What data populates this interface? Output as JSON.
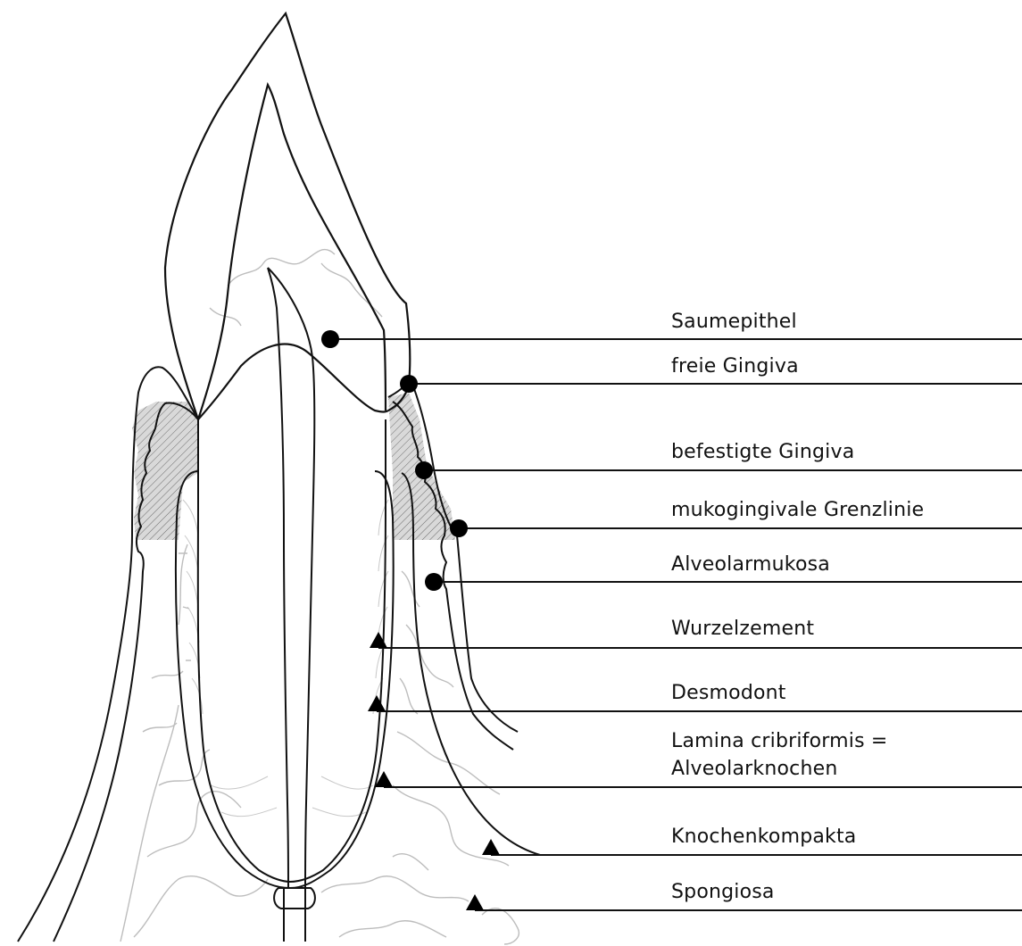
{
  "labels": [
    {
      "id": "saumepithel",
      "text": "Saumepithel",
      "marker": "dot"
    },
    {
      "id": "freie-gingiva",
      "text": "freie Gingiva",
      "marker": "dot"
    },
    {
      "id": "befestigte-gingiva",
      "text": "befestigte Gingiva",
      "marker": "dot"
    },
    {
      "id": "mukogingivale-grenzlinie",
      "text": "mukogingivale Grenzlinie",
      "marker": "dot"
    },
    {
      "id": "alveolarmukosa",
      "text": "Alveolarmukosa",
      "marker": "dot"
    },
    {
      "id": "wurzelzement",
      "text": "Wurzelzement",
      "marker": "triangle"
    },
    {
      "id": "desmodont",
      "text": "Desmodont",
      "marker": "triangle"
    },
    {
      "id": "lamina-cribriformis",
      "text": "Lamina cribriformis =",
      "text2": "Alveolarknochen",
      "marker": "triangle"
    },
    {
      "id": "knochenkompakta",
      "text": "Knochenkompakta",
      "marker": "triangle"
    },
    {
      "id": "spongiosa",
      "text": "Spongiosa",
      "marker": "triangle"
    }
  ],
  "colors": {
    "line": "#111111",
    "marker": "#000000",
    "bone_outline": "#bdbdbd",
    "gingiva_hatch": "#7a7a7a"
  }
}
